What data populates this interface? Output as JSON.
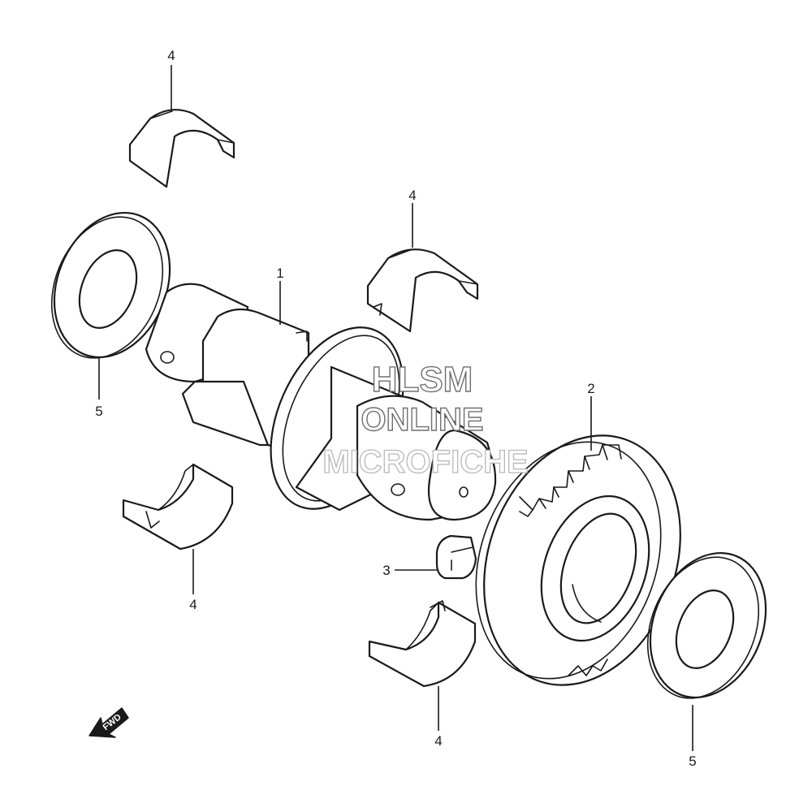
{
  "callouts": {
    "c1": "1",
    "c2": "2",
    "c3": "3",
    "c4a": "4",
    "c4b": "4",
    "c4c": "4",
    "c4d": "4",
    "c5a": "5",
    "c5b": "5"
  },
  "watermark": {
    "line1": "HLSM",
    "line2": "ONLINE",
    "line3": "MICROFICHE"
  },
  "fwd_arrow": {
    "label": "FWD"
  }
}
